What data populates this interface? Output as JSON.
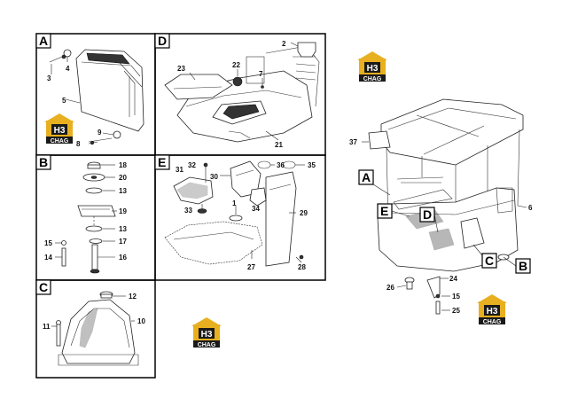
{
  "sections": {
    "A": {
      "title": "A",
      "labels": [
        "3",
        "4",
        "5",
        "8",
        "9"
      ]
    },
    "B": {
      "title": "B",
      "labels": [
        "18",
        "20",
        "13",
        "19",
        "13",
        "15",
        "17",
        "14",
        "16"
      ]
    },
    "C": {
      "title": "C",
      "labels": [
        "12",
        "10",
        "11"
      ]
    },
    "D": {
      "title": "D",
      "labels": [
        "2",
        "22",
        "7",
        "23",
        "21"
      ]
    },
    "E": {
      "title": "E",
      "labels": [
        "32",
        "36",
        "35",
        "31",
        "30",
        "1",
        "33",
        "34",
        "29",
        "27",
        "28"
      ]
    }
  },
  "overview": {
    "labels": [
      "37",
      "6",
      "24",
      "26",
      "15",
      "25"
    ],
    "callouts": [
      "A",
      "E",
      "D",
      "C",
      "B"
    ]
  },
  "logo": {
    "mark": "H3",
    "text": "CHAG",
    "color_gold": "#e8b020",
    "color_dark": "#1a1a1a"
  }
}
